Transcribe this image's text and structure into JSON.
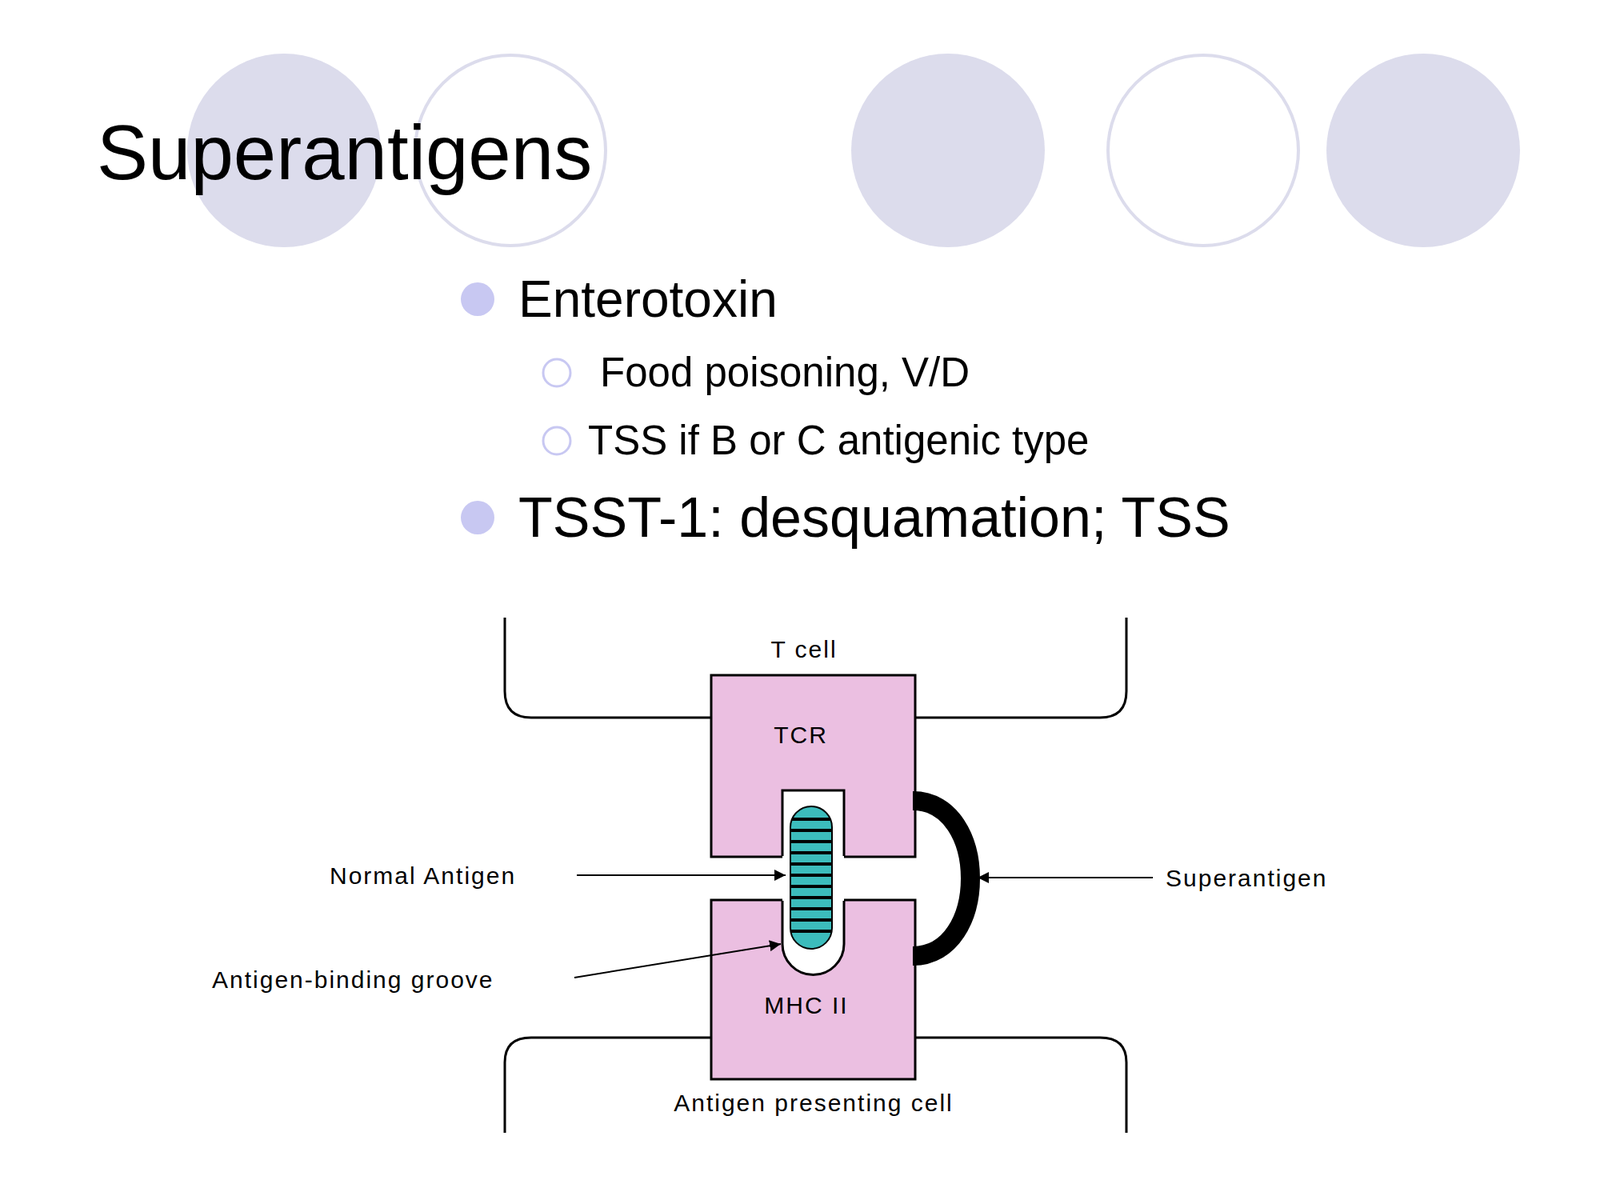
{
  "diagram": {
    "title": "Superantigens",
    "nodes": [
      {
        "text": [
          "T cell"
        ]
      },
      {
        "text": [
          "TCR"
        ]
      },
      {
        "text": [
          "MHC II"
        ]
      },
      {
        "text": [
          "Antigen presenting cell"
        ]
      }
    ],
    "edges": [
      {
        "from": 1,
        "to": 2,
        "arrow": "none"
      }
    ],
    "labels": [
      "Enterotoxin",
      "Food poisoning, V/D",
      "TSS if B or C antigenic type",
      "TSST-1: desquamation; TSS",
      "Normal Antigen",
      "Antigen-binding groove",
      "Superantigen"
    ]
  }
}
